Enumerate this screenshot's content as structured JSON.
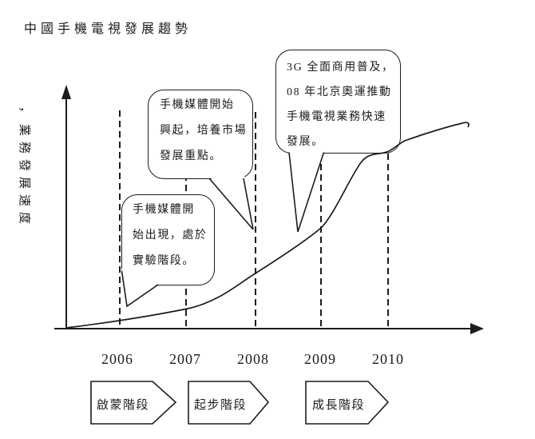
{
  "title": "中國手機電視發展趨勢",
  "y_axis": {
    "label": "，業務發展速度"
  },
  "x_axis": {
    "years": [
      "2006",
      "2007",
      "2008",
      "2009",
      "2010"
    ]
  },
  "callouts": {
    "experiment": {
      "lines": [
        "手機媒體開",
        "始出現，處於",
        "實驗階段。"
      ],
      "full_text": "手機媒體開始出現，處於實驗階段。"
    },
    "rise": {
      "lines": [
        "手機媒體開始",
        "興起，培養市場",
        "發展重點。"
      ],
      "full_text": "手機媒體開始興起，培養市場發展重點。"
    },
    "commercial_3g": {
      "lines": [
        "3G 全面商用普及，",
        "08 年北京奧運推動",
        "手機電視業務快速",
        "發展。"
      ],
      "full_text": "3G 全面商用普及，08 年北京奧運推動手機電視業務快速發展。"
    }
  },
  "stages": [
    "啟蒙階段",
    "起步階段",
    "成長階段"
  ],
  "colors": {
    "ink": "#1c1c1c",
    "background": "#ffffff"
  },
  "chart_data": {
    "type": "line",
    "title": "中國手機電視發展趨勢",
    "ylabel": "業務發展速度",
    "x_ticks": [
      "2006",
      "2007",
      "2008",
      "2009",
      "2010"
    ],
    "grid": "dashed vertical line at each year tick",
    "series": [
      {
        "name": "業務發展速度",
        "shape": "accelerating growth curve: nearly flat 2006-2007, moderate rise through 2008, steep climb at 2009, continued fast growth past 2010"
      }
    ],
    "annotations": [
      {
        "anchor": "2006",
        "text": "手機媒體開始出現，處於實驗階段。"
      },
      {
        "anchor": "2008",
        "text": "手機媒體開始興起，培養市場發展重點。"
      },
      {
        "anchor": "2009",
        "text": "3G 全面商用普及，08 年北京奧運推動手機電視業務快速發展。"
      }
    ],
    "stage_bands": [
      {
        "label": "啟蒙階段",
        "years": "2006-2007"
      },
      {
        "label": "起步階段",
        "years": "2007-2008"
      },
      {
        "label": "成長階段",
        "years": "2009-2010"
      }
    ]
  }
}
